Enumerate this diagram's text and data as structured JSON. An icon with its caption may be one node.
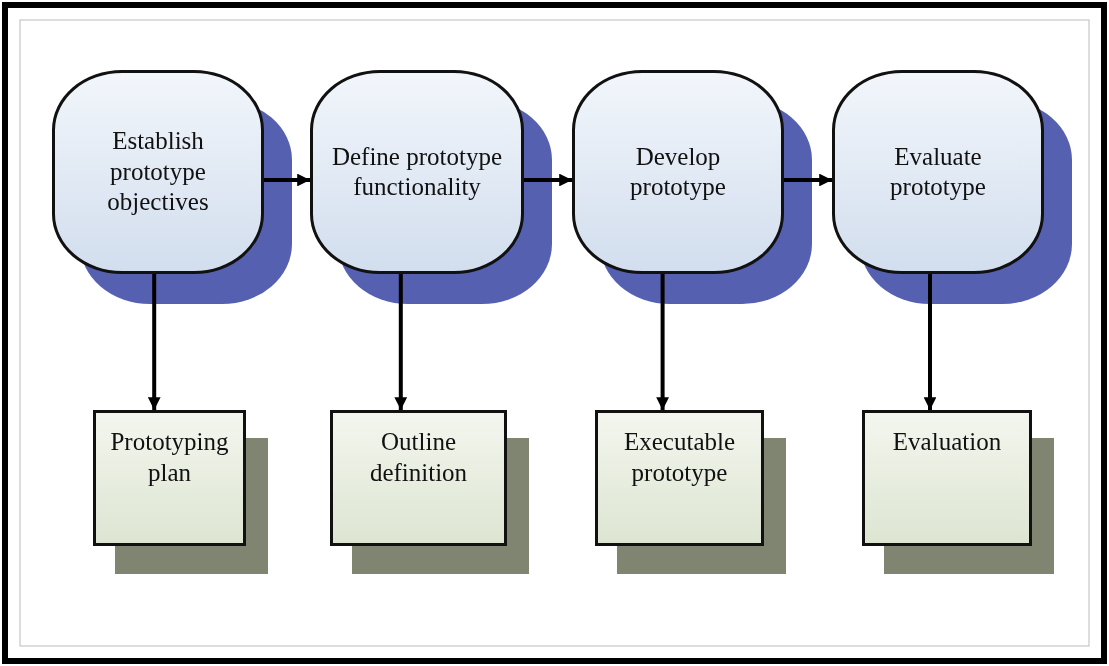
{
  "diagram": {
    "nodes": [
      {
        "text": [
          "Establish prototype objectives"
        ]
      },
      {
        "text": [
          "Define prototype functionality"
        ]
      },
      {
        "text": [
          "Develop prototype"
        ]
      },
      {
        "text": [
          "Evaluate prototype"
        ]
      },
      {
        "text": [
          "Prototyping plan"
        ]
      },
      {
        "text": [
          "Outline definition"
        ]
      },
      {
        "text": [
          "Executable prototype"
        ]
      },
      {
        "text": [
          "Evaluation"
        ]
      }
    ],
    "edges": [
      {
        "from": 0,
        "to": 1,
        "arrow": "to"
      },
      {
        "from": 1,
        "to": 2,
        "arrow": "to"
      },
      {
        "from": 2,
        "to": 3,
        "arrow": "to"
      },
      {
        "from": 0,
        "to": 4,
        "arrow": "to"
      },
      {
        "from": 1,
        "to": 5,
        "arrow": "to"
      },
      {
        "from": 2,
        "to": 6,
        "arrow": "to"
      },
      {
        "from": 3,
        "to": 7,
        "arrow": "to"
      }
    ]
  }
}
